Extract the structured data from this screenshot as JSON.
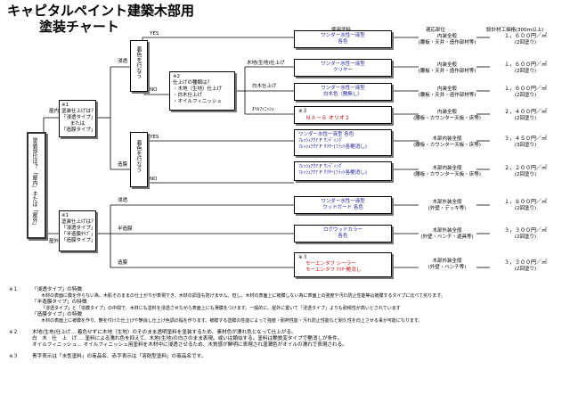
{
  "title": {
    "line1": "キャピタルペイント建築木部用",
    "line2": "塗装チャート"
  },
  "headers": {
    "paint": "使用塗料",
    "location": "適応部位",
    "coverage": "設計材工価格(300ｍ以上)"
  },
  "root": {
    "label": "塗装部位は？「屋内」または「屋外」"
  },
  "edges": {
    "indoor": "屋内",
    "outdoor": "屋外",
    "yes1": "YES",
    "no1": "NO",
    "yes2": "YES",
    "no2": "NO",
    "penetrate": "浸透",
    "film": "造膜",
    "penetrate2": "浸透",
    "semi": "半造膜",
    "film2": "造膜",
    "woodraw": "木地(生地)仕上げ",
    "whitewood": "白木仕上げ",
    "oilfinish": "ｵｲﾙﾌｨﾆｯｼｭ"
  },
  "q1": {
    "note": "※1",
    "lines": [
      "塗装仕上げは？",
      "「浸透タイプ」",
      "または",
      "「造膜タイプ」"
    ]
  },
  "q2": {
    "note": "※1",
    "lines": [
      "塗装仕上げは？",
      "「浸透タイプ」",
      "「半造膜ﾀｲﾌﾟ」",
      "「造膜タイプ」"
    ]
  },
  "color_q1": "着色を行なう",
  "color_q2": "着色を行なう",
  "finish_q": {
    "note": "※2",
    "lines": [
      "仕上げの種類は？",
      "・木地（生地）仕上げ",
      "・白木仕上げ",
      "・オイルフィニッシュ"
    ]
  },
  "rows": [
    {
      "paint": [
        "ワンダー水性一液型",
        "各色"
      ],
      "loc": [
        "内装全般",
        "(腰板・天井・造作部材等)"
      ],
      "price": "１，６００円／㎡",
      "coats": "(2回塗り)"
    },
    {
      "paint": [
        "ワンダー水性一液型",
        "クリヤー"
      ],
      "loc": [
        "内装全般",
        "(腰板・天井・造作部材等)"
      ],
      "price": "１，６００円／㎡",
      "coats": "(2回塗り)"
    },
    {
      "paint": [
        "ワンダー水性一液型",
        "白木色（艶無し）"
      ],
      "loc": [
        "内装全般",
        "(腰板・天井・造作部材等)"
      ],
      "price": "１，６００円／㎡",
      "coats": "(2回塗り)"
    },
    {
      "note": "※３",
      "paint": [
        "ＮＡ－６ オリオ２"
      ],
      "loc": [
        "内装全般",
        "(腰板・カウンター天板・床等)"
      ],
      "price": "２，４００円／㎡",
      "coats": "(2回塗り)"
    },
    {
      "paint": [
        "ワンダー水性一液型 各色",
        "ﾌﾚｯｼｭｱｸｱ F ｻﾝﾃﾞｨﾝｸﾞ",
        "ﾌﾚｯｼｭｱｸｱ F ｸﾘﾔｰ(ﾌﾗｯﾄ各艶消し)"
      ],
      "loc": [
        "木部内装全般",
        "(腰板・カウンター天板・床等)"
      ],
      "price": "３，４５０円／㎡",
      "coats": "(3回塗り)"
    },
    {
      "paint": [
        "ﾌﾚｯｼｭｱｸｱ F ｻﾝﾃﾞｨﾝｸﾞ",
        "ﾌﾚｯｼｭｱｸｱ F ｸﾘﾔｰ(ﾌﾗｯﾄ各艶消し)"
      ],
      "loc": [
        "木部内装全般",
        "(腰板・カウンター天板・床等)"
      ],
      "price": "２，２００円／㎡",
      "coats": "(2回塗り)"
    },
    {
      "paint": [
        "ワンダー水性一液型",
        "ウッドガード 各色"
      ],
      "loc": [
        "木部外装全般",
        "(外壁・デッキ等)"
      ],
      "price": "１，８００円／㎡",
      "coats": "(2回塗り)"
    },
    {
      "paint": [
        "ログウッドカラー",
        "各色"
      ],
      "loc": [
        "木部外装全般",
        "(外壁・ベンチ・遊具等)"
      ],
      "price": "３，３００円／㎡",
      "coats": "(2回塗り)"
    },
    {
      "note": "※３",
      "paint": [
        "モーエンタフ シーラー",
        "モーエンタフ ｸﾘﾔｰ艶消し"
      ],
      "loc": [
        "木部外装全般",
        "(外壁・ベンチ等)"
      ],
      "price": "３，３００円／㎡",
      "coats": "(2回塗り)"
    }
  ],
  "footnotes": [
    {
      "mark": "※１",
      "text": "「浸透タイプ」の特徴"
    },
    {
      "mark": "",
      "text": "木材の表面に膜を作らない為、木肌そのままの仕上がりが表現でき、木材の調湿も防げません。但し、木材の表面上に被膜しない為に表面上の強度や汚れ防止性能等は被膜するタイプに比べて劣ります。"
    },
    {
      "mark": "",
      "text": "「半造膜タイプ」の特徴"
    },
    {
      "mark": "",
      "text": "「浸透タイプ」と「造膜タイプ」の中間で、木材にも塗料を浸透させながら表面上にも薄膜をつけます。一般的に、屋外に置いて「浸透タイプ」よりも耐候性が高いとされています"
    },
    {
      "mark": "",
      "text": "「造膜タイプ」の特徴"
    },
    {
      "mark": "",
      "text": "木材の表面上に被膜を作り、艶を付けた仕上げや艶消し仕上げ色調の幅を作ります。被膜する塗膜の性能によって強度・耐熱性能・汚れ防止性能など耐久性を向上させる事が可能になります。"
    },
    {
      "mark": "※２",
      "text": "木地(生地)仕上げ… 着色せずに木地（生地）のそのまま透明塗料を塗装するため、素材色が濡れ色となって仕上がる。"
    },
    {
      "mark": "",
      "text": "白　木　仕　上　げ … 塗料による濡れ色を抑えて、木地(生地)の白さのまま表現。或いは類似する。塗料は艶質変タイプで艶消しが条件。"
    },
    {
      "mark": "",
      "text": "オイルフィニッシュ… オイルフィニッシュ用塗料を木材中に浸透させるため、木質感が鮮明に表現され湿潤色がオイルの濡れで表現される。"
    },
    {
      "mark": "※３",
      "text": "青字表示は「水性塗料」の商品名、赤字表示は「溶剤型塗料」の商品名です。"
    }
  ],
  "colors": {
    "blue": "#1a1aa0",
    "red": "#d01010"
  }
}
